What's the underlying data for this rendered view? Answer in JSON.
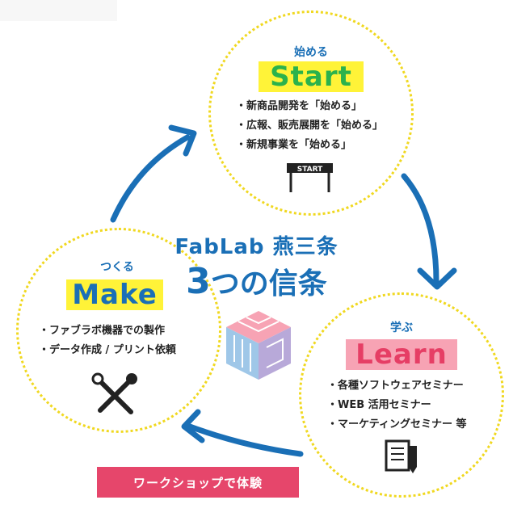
{
  "title": {
    "line1": "FabLab 燕三条",
    "line2_num": "3",
    "line2_rest": "つの信条"
  },
  "start": {
    "subtitle": "始める",
    "heading": "Start",
    "items": [
      "新商品開発を「始める」",
      "広報、販売展開を「始める」",
      "新規事業を「始める」"
    ],
    "icon": "start-gate-icon",
    "gate_label": "START"
  },
  "make": {
    "subtitle": "つくる",
    "heading": "Make",
    "items": [
      "ファブラボ機器での製作",
      "データ作成 / プリント依頼"
    ],
    "icon": "tools-icon"
  },
  "learn": {
    "subtitle": "学ぶ",
    "heading": "Learn",
    "items": [
      "各種ソフトウェアセミナー",
      "WEB 活用セミナー",
      "マーケティングセミナー 等"
    ],
    "icon": "document-pen-icon"
  },
  "workshop": {
    "label": "ワークショップで体験"
  },
  "logo": {
    "icon": "fablab-cube-logo"
  },
  "colors": {
    "blue": "#1a6fb6",
    "green": "#2bb24c",
    "yellow": "#fff338",
    "pink": "#e6466b",
    "dots": "#f0d820"
  }
}
